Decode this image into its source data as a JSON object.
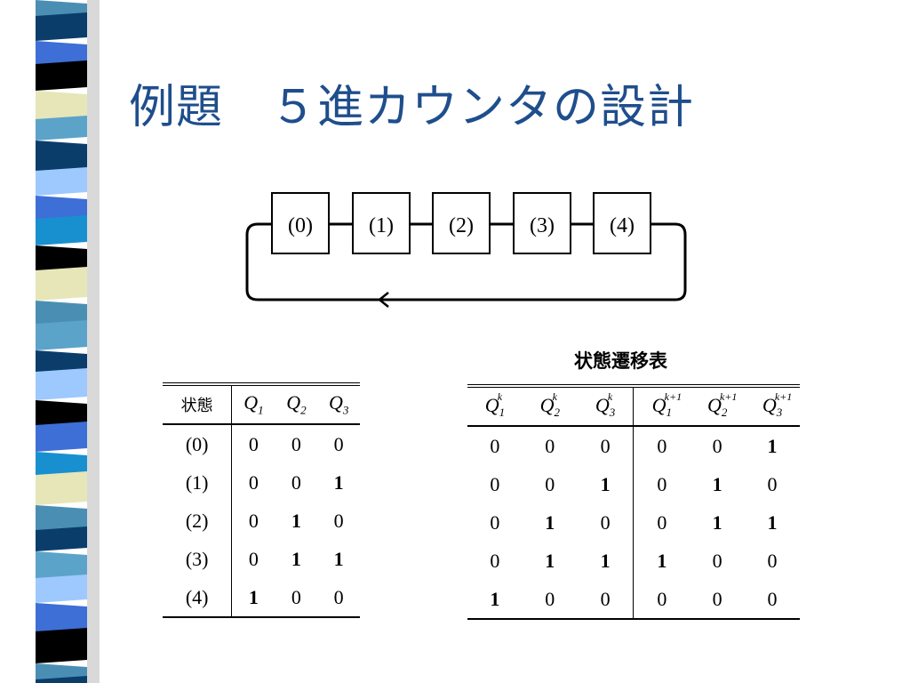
{
  "slide": {
    "title": "例題　５進カウンタの設計"
  },
  "counter_diagram": {
    "states": [
      "(0)",
      "(1)",
      "(2)",
      "(3)",
      "(4)"
    ]
  },
  "state_table": {
    "header": [
      "状態",
      "Q",
      "Q",
      "Q"
    ],
    "header_subscripts": [
      "1",
      "2",
      "3"
    ],
    "rows": [
      {
        "state": "(0)",
        "q1": "0",
        "q2": "0",
        "q3": "0"
      },
      {
        "state": "(1)",
        "q1": "0",
        "q2": "0",
        "q3": "1"
      },
      {
        "state": "(2)",
        "q1": "0",
        "q2": "1",
        "q3": "0"
      },
      {
        "state": "(3)",
        "q1": "0",
        "q2": "1",
        "q3": "1"
      },
      {
        "state": "(4)",
        "q1": "1",
        "q2": "0",
        "q3": "0"
      }
    ]
  },
  "transition_table": {
    "caption": "状態遷移表",
    "header_letter": "Q",
    "header_subscripts": [
      "1",
      "2",
      "3",
      "1",
      "2",
      "3"
    ],
    "header_superscripts": [
      "k",
      "k",
      "k",
      "k+1",
      "k+1",
      "k+1"
    ],
    "rows": [
      [
        "0",
        "0",
        "0",
        "0",
        "0",
        "1"
      ],
      [
        "0",
        "0",
        "1",
        "0",
        "1",
        "0"
      ],
      [
        "0",
        "1",
        "0",
        "0",
        "1",
        "1"
      ],
      [
        "0",
        "1",
        "1",
        "1",
        "0",
        "0"
      ],
      [
        "1",
        "0",
        "0",
        "0",
        "0",
        "0"
      ]
    ]
  },
  "colors": {
    "title": "#1f4e8c",
    "stripe_palette": [
      "#4a8fb3",
      "#0b3d6b",
      "#3d6fd6",
      "#000000",
      "#e6e6b8",
      "#5ba3c9",
      "#9ec9ff",
      "#1890d0"
    ]
  }
}
